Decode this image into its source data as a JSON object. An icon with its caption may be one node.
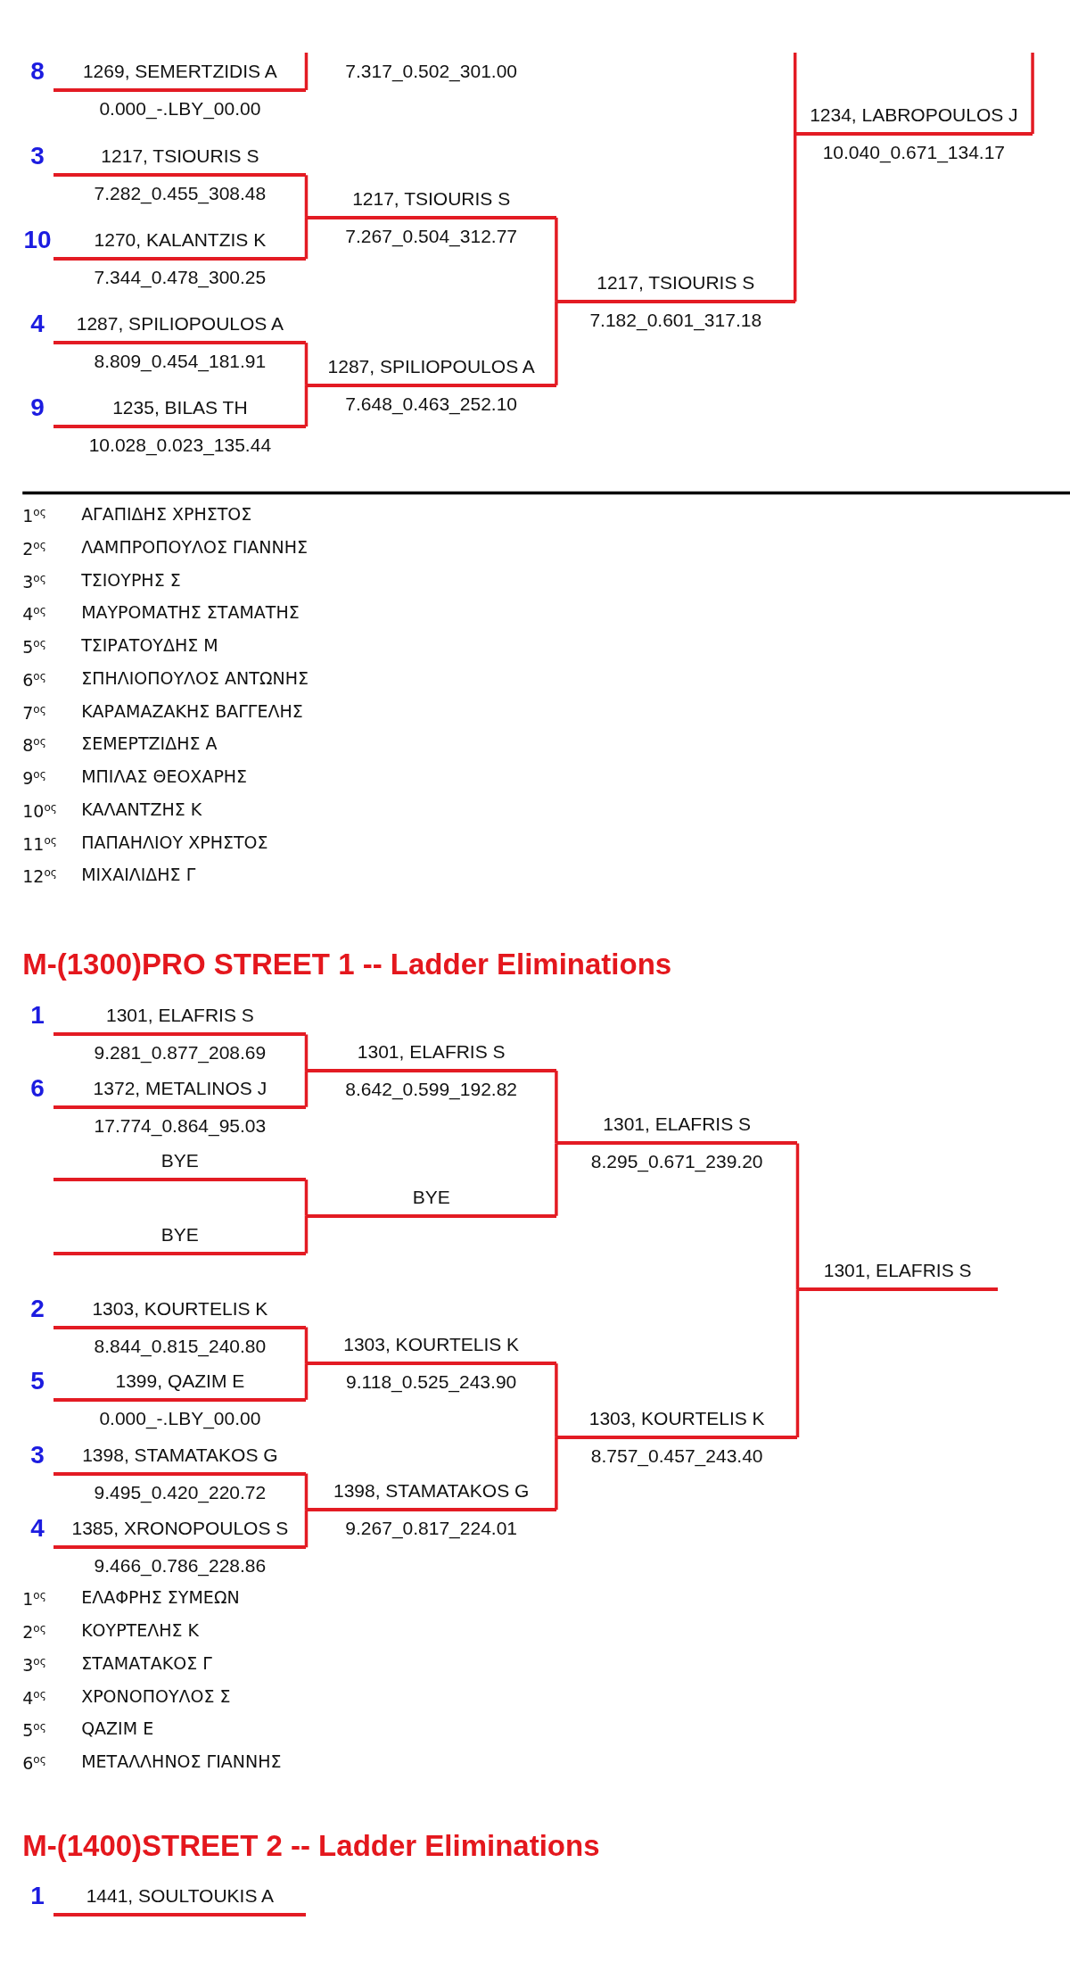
{
  "diagram": {
    "nodes": [
      {
        "text": [
          "1269, SEMERTZIDIS A",
          "0.000_-.LBY_00.00"
        ],
        "beside": [
          "8"
        ]
      },
      {
        "text": [
          "1234, LABROPOULOS J",
          "10.040_0.671_134.17"
        ]
      },
      {
        "text": [
          "1217, TSIOURIS S",
          "7.282_0.455_308.48"
        ],
        "beside": [
          "3"
        ]
      },
      {
        "text": [
          "1217, TSIOURIS S",
          "7.267_0.504_312.77"
        ]
      },
      {
        "text": [
          "1270, KALANTZIS K",
          "7.344_0.478_300.25"
        ],
        "beside": [
          "10"
        ]
      },
      {
        "text": [
          "1217, TSIOURIS S",
          "7.182_0.601_317.18"
        ]
      },
      {
        "text": [
          "1287, SPILIOPOULOS A",
          "8.809_0.454_181.91"
        ],
        "beside": [
          "4"
        ]
      },
      {
        "text": [
          "1287, SPILIOPOULOS A",
          "7.648_0.463_252.10"
        ]
      },
      {
        "text": [
          "1235, BILAS TH",
          "10.028_0.023_135.44"
        ],
        "beside": [
          "9"
        ]
      },
      {
        "text": [
          "1301, ELAFRIS S",
          "9.281_0.877_208.69"
        ],
        "beside": [
          "1"
        ]
      },
      {
        "text": [
          "1301, ELAFRIS S",
          "8.642_0.599_192.82"
        ]
      },
      {
        "text": [
          "1372, METALINOS J",
          "17.774_0.864_95.03"
        ],
        "beside": [
          "6"
        ]
      },
      {
        "text": [
          "1301, ELAFRIS S",
          "8.295_0.671_239.20"
        ]
      },
      {
        "text": [
          "BYE"
        ]
      },
      {
        "text": [
          "BYE"
        ]
      },
      {
        "text": [
          "BYE"
        ]
      },
      {
        "text": [
          "1301, ELAFRIS S"
        ]
      },
      {
        "text": [
          "1303, KOURTELIS K",
          "8.844_0.815_240.80"
        ],
        "beside": [
          "2"
        ]
      },
      {
        "text": [
          "1303, KOURTELIS K",
          "9.118_0.525_243.90"
        ]
      },
      {
        "text": [
          "1399, QAZIM E",
          "0.000_-.LBY_00.00"
        ],
        "beside": [
          "5"
        ]
      },
      {
        "text": [
          "1303, KOURTELIS K",
          "8.757_0.457_243.40"
        ]
      },
      {
        "text": [
          "1398, STAMATAKOS G",
          "9.495_0.420_220.72"
        ],
        "beside": [
          "3"
        ]
      },
      {
        "text": [
          "1398, STAMATAKOS G",
          "9.267_0.817_224.01"
        ]
      },
      {
        "text": [
          "1385, XRONOPOULOS S",
          "9.466_0.786_228.86"
        ],
        "beside": [
          "4"
        ]
      },
      {
        "text": [
          "1441, SOULTOUKIS A"
        ],
        "beside": [
          "1"
        ]
      }
    ],
    "edges": [
      {
        "from": 0,
        "to": null,
        "arrow": "none"
      },
      {
        "from": 2,
        "to": 3,
        "arrow": "none"
      },
      {
        "from": 4,
        "to": 3,
        "arrow": "none"
      },
      {
        "from": 6,
        "to": 7,
        "arrow": "none"
      },
      {
        "from": 8,
        "to": 7,
        "arrow": "none"
      },
      {
        "from": 3,
        "to": 5,
        "arrow": "none"
      },
      {
        "from": 7,
        "to": 5,
        "arrow": "none"
      },
      {
        "from": 5,
        "to": 1,
        "arrow": "none"
      },
      {
        "from": null,
        "to": 1,
        "arrow": "none"
      },
      {
        "from": 1,
        "to": null,
        "arrow": "none"
      },
      {
        "from": 9,
        "to": 10,
        "arrow": "none"
      },
      {
        "from": 11,
        "to": 10,
        "arrow": "none"
      },
      {
        "from": 13,
        "to": 14,
        "arrow": "none"
      },
      {
        "from": 15,
        "to": 14,
        "arrow": "none"
      },
      {
        "from": 10,
        "to": 12,
        "arrow": "none"
      },
      {
        "from": 14,
        "to": 12,
        "arrow": "none"
      },
      {
        "from": 12,
        "to": 16,
        "arrow": "none"
      },
      {
        "from": 17,
        "to": 18,
        "arrow": "none"
      },
      {
        "from": 19,
        "to": 18,
        "arrow": "none"
      },
      {
        "from": 21,
        "to": 22,
        "arrow": "none"
      },
      {
        "from": 23,
        "to": 22,
        "arrow": "none"
      },
      {
        "from": 18,
        "to": 20,
        "arrow": "none"
      },
      {
        "from": 22,
        "to": 20,
        "arrow": "none"
      },
      {
        "from": 20,
        "to": 16,
        "arrow": "none"
      }
    ],
    "labels": [
      "7.317_0.502_301.00",
      "1$^{ος}$",
      "ΑΓΑΠΙΔΗΣ ΧΡΗΣΤΟΣ",
      "2$^{ος}$",
      "ΛΑΜΠΡΟΠΟΥΛΟΣ ΓΙΑΝΝΗΣ",
      "3$^{ος}$",
      "ΤΣΙΟΥΡΗΣ Σ",
      "4$^{ος}$",
      "ΜΑΥΡΟΜΑΤΗΣ ΣΤΑΜΑΤΗΣ",
      "5$^{ος}$",
      "ΤΣΙΡΑΤΟΥΔΗΣ Μ",
      "6$^{ος}$",
      "ΣΠΗΛΙΟΠΟΥΛΟΣ ΑΝΤΩΝΗΣ",
      "7$^{ος}$",
      "ΚΑΡΑΜΑΖΑΚΗΣ ΒΑΓΓΕΛΗΣ",
      "8$^{ος}$",
      "ΣΕΜΕΡΤΖΙΔΗΣ Α",
      "9$^{ος}$",
      "ΜΠΙΛΑΣ ΘΕΟΧΑΡΗΣ",
      "10$^{ος}$",
      "ΚΑΛΑΝΤΖΗΣ Κ",
      "11$^{ος}$",
      "ΠΑΠΑΗΛΙΟΥ ΧΡΗΣΤΟΣ",
      "12$^{ος}$",
      "ΜΙΧΑΙΛΙΔΗΣ Γ",
      "M-(1300)PRO STREET 1 -- Ladder Eliminations",
      "1$^{ος}$",
      "ΕΛΑΦΡΗΣ ΣΥΜΕΩΝ",
      "2$^{ος}$",
      "ΚΟΥΡΤΕΛΗΣ Κ",
      "3$^{ος}$",
      "ΣΤΑΜΑΤΑΚΟΣ Γ",
      "4$^{ος}$",
      "ΧΡΟΝΟΠΟΥΛΟΣ Σ",
      "5$^{ος}$",
      "QAZIM E",
      "6$^{ος}$",
      "ΜΕΤΑΛΛΗΝΟΣ ΓΙΑΝΝΗΣ",
      "M-(1400)STREET 2 -- Ladder Eliminations"
    ]
  }
}
